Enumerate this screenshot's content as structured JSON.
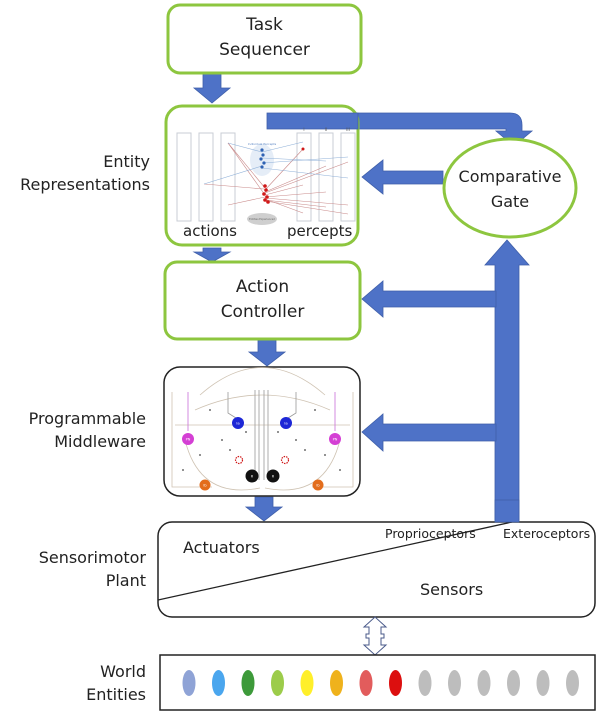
{
  "title": "Sensorimotor architecture diagram",
  "colors": {
    "arrow_fill": "#4e72c7",
    "arrow_stroke": "#3f5fa9",
    "green_border": "#8dc63f",
    "black_border": "#222222",
    "open_arrow_stroke": "#4a5a8a"
  },
  "boxes": {
    "task_sequencer": {
      "line1": "Task",
      "line2": "Sequencer"
    },
    "entity_representations": {
      "side_label_line1": "Entity",
      "side_label_line2": "Representations",
      "actions_label": "actions",
      "percepts_label": "percepts",
      "inner_figure": {
        "header_label": "Individual Percepts",
        "oval_label": "Entities Experienced",
        "column_labels": [
          "I",
          "II",
          "III"
        ]
      }
    },
    "comparative_gate": {
      "line1": "Comparative",
      "line2": "Gate"
    },
    "action_controller": {
      "line1": "Action",
      "line2": "Controller"
    },
    "programmable_middleware": {
      "side_label_line1": "Programmable",
      "side_label_line2": "Middleware",
      "inner_figure": {
        "node_labels": [
          "Ia",
          "Ia",
          "PN",
          "PN",
          "R",
          "R",
          "Ib",
          "Ib"
        ]
      }
    },
    "sensorimotor_plant": {
      "side_label_line1": "Sensorimotor",
      "side_label_line2": "Plant",
      "actuators_label": "Actuators",
      "sensors_label": "Sensors",
      "proprioceptors_label": "Proprioceptors",
      "exteroceptors_label": "Exteroceptors"
    },
    "world_entities": {
      "side_label_line1": "World",
      "side_label_line2": "Entities",
      "entity_colors": [
        "#8fa3d6",
        "#4aa6ee",
        "#3d9a3a",
        "#9ccc4a",
        "#ffef2a",
        "#efb21c",
        "#e25c5c",
        "#dc0f0f",
        "#bdbdbd",
        "#bdbdbd",
        "#bdbdbd",
        "#bdbdbd",
        "#bdbdbd",
        "#bdbdbd"
      ]
    }
  }
}
